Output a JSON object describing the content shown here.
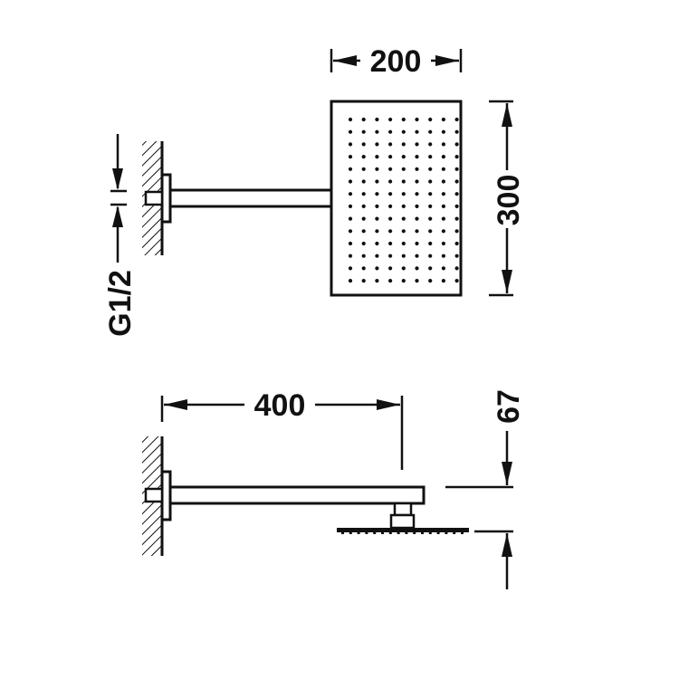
{
  "dimensions": {
    "head_width": "200",
    "head_height": "300",
    "connection": "G1/2",
    "arm_length": "400",
    "drop_height": "67"
  },
  "colors": {
    "line": "#111111",
    "background": "#ffffff"
  }
}
